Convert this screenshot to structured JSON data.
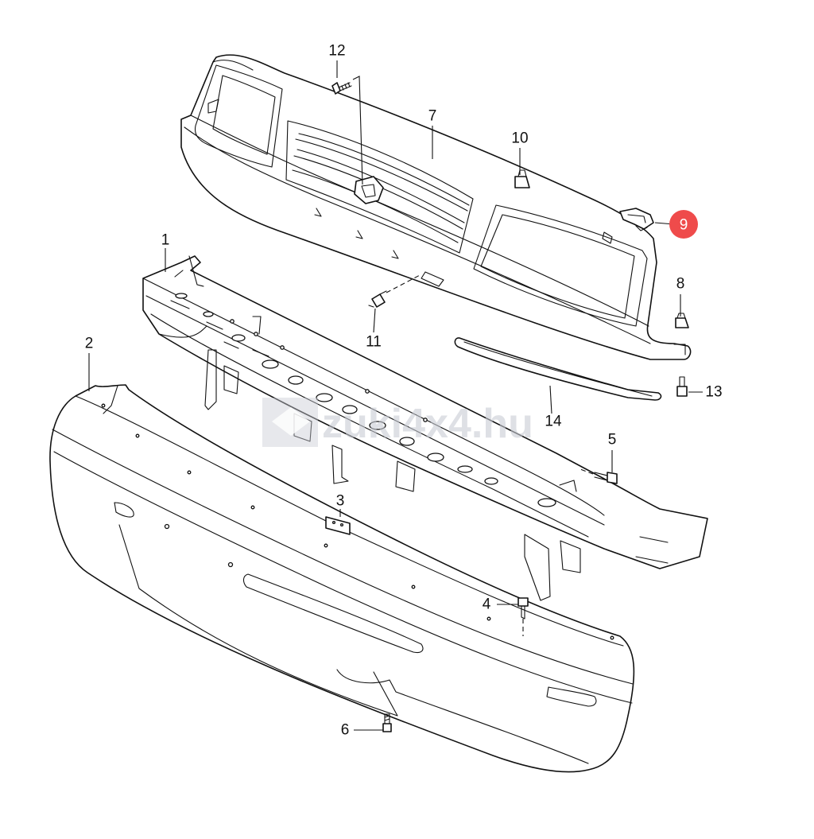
{
  "diagram": {
    "highlight_color": "#ef4b4b",
    "line_color": "#111111",
    "callouts": [
      {
        "id": "1",
        "label": "1"
      },
      {
        "id": "2",
        "label": "2"
      },
      {
        "id": "3",
        "label": "3"
      },
      {
        "id": "4",
        "label": "4"
      },
      {
        "id": "5",
        "label": "5"
      },
      {
        "id": "6",
        "label": "6"
      },
      {
        "id": "7",
        "label": "7"
      },
      {
        "id": "8",
        "label": "8"
      },
      {
        "id": "9",
        "label": "9",
        "highlighted": true
      },
      {
        "id": "10",
        "label": "10"
      },
      {
        "id": "11",
        "label": "11"
      },
      {
        "id": "12",
        "label": "12"
      },
      {
        "id": "13",
        "label": "13"
      },
      {
        "id": "14",
        "label": "14"
      }
    ]
  },
  "watermark": {
    "text": "zuki4x4.hu"
  }
}
